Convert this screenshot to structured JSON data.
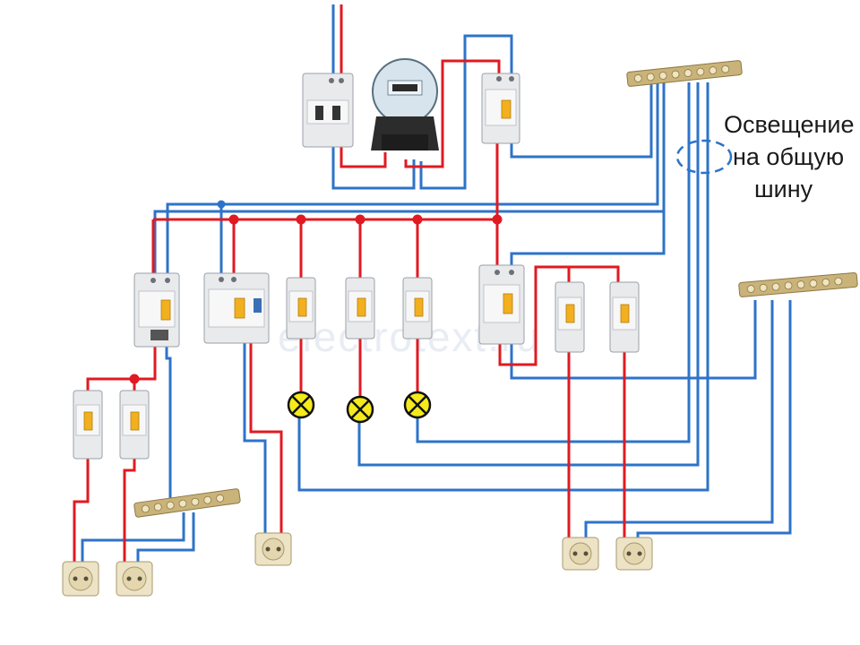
{
  "annotation": {
    "lines": [
      "Освещение",
      "на общую",
      "шину"
    ]
  },
  "watermark": "electrotext.ru",
  "colors": {
    "phase_wire": "#e01a22",
    "neutral_wire": "#2e73c9",
    "lamp": "#f4ea1c",
    "breaker_lever": "#f2b01e",
    "bus_bar": "#c9b37a"
  }
}
